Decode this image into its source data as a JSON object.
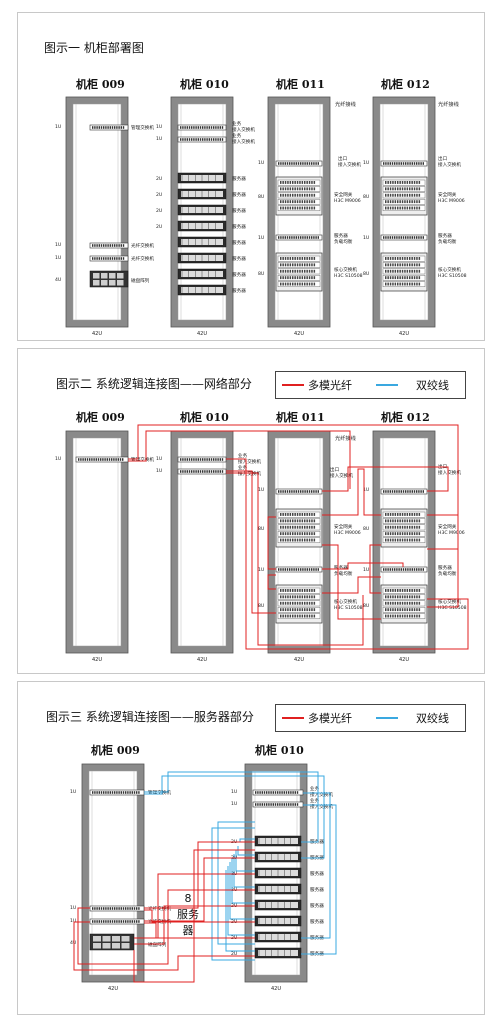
{
  "panel1": {
    "title": "图示一   机柜部署图",
    "racks": [
      {
        "title": "机柜 009",
        "bottom": "42U"
      },
      {
        "title": "机柜 010",
        "bottom": "42U"
      },
      {
        "title": "机柜 011",
        "bottom": "42U",
        "top_note": "光纤接线"
      },
      {
        "title": "机柜 012",
        "bottom": "42U",
        "top_note": "光纤接线"
      }
    ]
  },
  "panel2": {
    "title": "图示二   系统逻辑连接图——网络部分",
    "legend": {
      "fiber": "多模光纤",
      "twisted": "双绞线"
    },
    "racks": [
      {
        "title": "机柜 009",
        "bottom": "42U"
      },
      {
        "title": "机柜 010",
        "bottom": "42U"
      },
      {
        "title": "机柜 011",
        "bottom": "42U",
        "top_note": "光纤接线"
      },
      {
        "title": "机柜 012",
        "bottom": "42U"
      }
    ]
  },
  "panel3": {
    "title": "图示三   系统逻辑连接图——服务器部分",
    "legend": {
      "fiber": "多模光纤",
      "twisted": "双绞线"
    },
    "racks": [
      {
        "title": "机柜 009",
        "bottom": "42U"
      },
      {
        "title": "机柜 010",
        "bottom": "42U"
      }
    ],
    "note": "8服务器"
  },
  "labels": {
    "mgmt_switch": "管理交换机",
    "access_switch_1": "业务",
    "access_switch_2": "接入交换机",
    "server": "服务器",
    "fiber_switch": "光纤交换机",
    "disk_array": "磁盘阵列",
    "egress_1": "出口",
    "egress_2": "接入交换机",
    "firewall_1": "安全网关",
    "firewall_2": "H3C M9006",
    "lb_1": "服务器",
    "lb_2": "负载均衡",
    "core_1": "核心交换机",
    "core_2": "H3C S10508",
    "u1": "1U",
    "u2": "2U",
    "u4": "4U",
    "u8": "8U"
  },
  "colors": {
    "fiber": "#e02020",
    "twisted": "#3aa8e0",
    "rack_frame": "#777777",
    "device_dark": "#2a2a2a"
  }
}
